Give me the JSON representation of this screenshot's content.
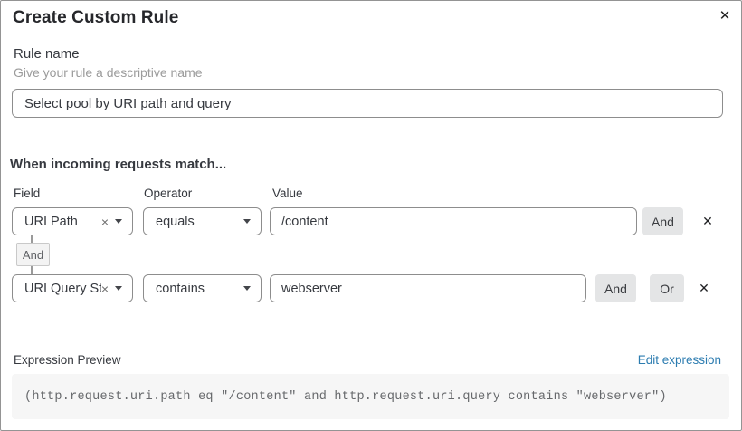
{
  "dialog": {
    "title": "Create Custom Rule"
  },
  "icons": {
    "close": "✕",
    "delete": "✕",
    "clear": "×"
  },
  "rule_name": {
    "label": "Rule name",
    "hint": "Give your rule a descriptive name",
    "value": "Select pool by URI path and query"
  },
  "match": {
    "section_title": "When incoming requests match...",
    "columns": {
      "field": "Field",
      "operator": "Operator",
      "value": "Value"
    },
    "connector": "And",
    "rows": [
      {
        "field": "URI Path",
        "operator": "equals",
        "value": "/content",
        "and_label": "And"
      },
      {
        "field": "URI Query St...",
        "operator": "contains",
        "value": "webserver",
        "and_label": "And",
        "or_label": "Or"
      }
    ]
  },
  "expression": {
    "label": "Expression Preview",
    "edit_link": "Edit expression",
    "code": "(http.request.uri.path eq \"/content\" and http.request.uri.query contains \"webserver\")"
  },
  "colors": {
    "link_blue": "#2c7cb0",
    "input_border": "#8d8d8d",
    "button_bg": "#e4e5e6",
    "code_bg": "#f6f6f6"
  }
}
